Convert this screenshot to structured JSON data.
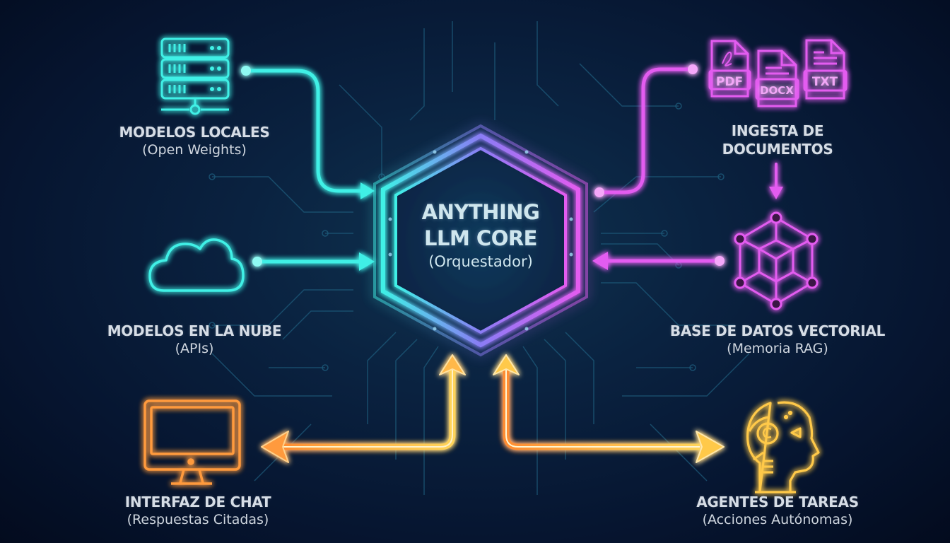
{
  "colors": {
    "cyan": "#3ff0e6",
    "magenta": "#e35cf0",
    "orange": "#ff9a3c",
    "gold": "#ffc94a",
    "background": "#061530",
    "text": "#d6dde6"
  },
  "core": {
    "title_line1": "ANYTHING",
    "title_line2": "LLM CORE",
    "subtitle": "(Orquestador)"
  },
  "nodes": {
    "local_models": {
      "icon": "server-icon",
      "title": "MODELOS LOCALES",
      "subtitle": "(Open Weights)"
    },
    "cloud_models": {
      "icon": "cloud-icon",
      "title": "MODELOS EN LA NUBE",
      "subtitle": "(APIs)"
    },
    "doc_ingest": {
      "icon": "documents-icon",
      "title_line1": "INGESTA DE",
      "title_line2": "DOCUMENTOS",
      "file_types": [
        "PDF",
        "DOCX",
        "TXT"
      ]
    },
    "vector_db": {
      "icon": "vector-cube-icon",
      "title": "BASE DE DATOS VECTORIAL",
      "subtitle": "(Memoria RAG)"
    },
    "chat_ui": {
      "icon": "monitor-icon",
      "title": "INTERFAZ DE CHAT",
      "subtitle": "(Respuestas Citadas)"
    },
    "agents": {
      "icon": "ai-head-icon",
      "title": "AGENTES DE TAREAS",
      "subtitle": "(Acciones Autónomas)"
    }
  },
  "connections": [
    {
      "from": "local_models",
      "to": "core",
      "direction": "into-core"
    },
    {
      "from": "cloud_models",
      "to": "core",
      "direction": "into-core"
    },
    {
      "from": "doc_ingest",
      "to": "core",
      "direction": "into-core"
    },
    {
      "from": "doc_ingest",
      "to": "vector_db",
      "direction": "down"
    },
    {
      "from": "vector_db",
      "to": "core",
      "direction": "into-core"
    },
    {
      "from": "core",
      "to": "chat_ui",
      "direction": "bidirectional"
    },
    {
      "from": "core",
      "to": "agents",
      "direction": "bidirectional"
    }
  ]
}
